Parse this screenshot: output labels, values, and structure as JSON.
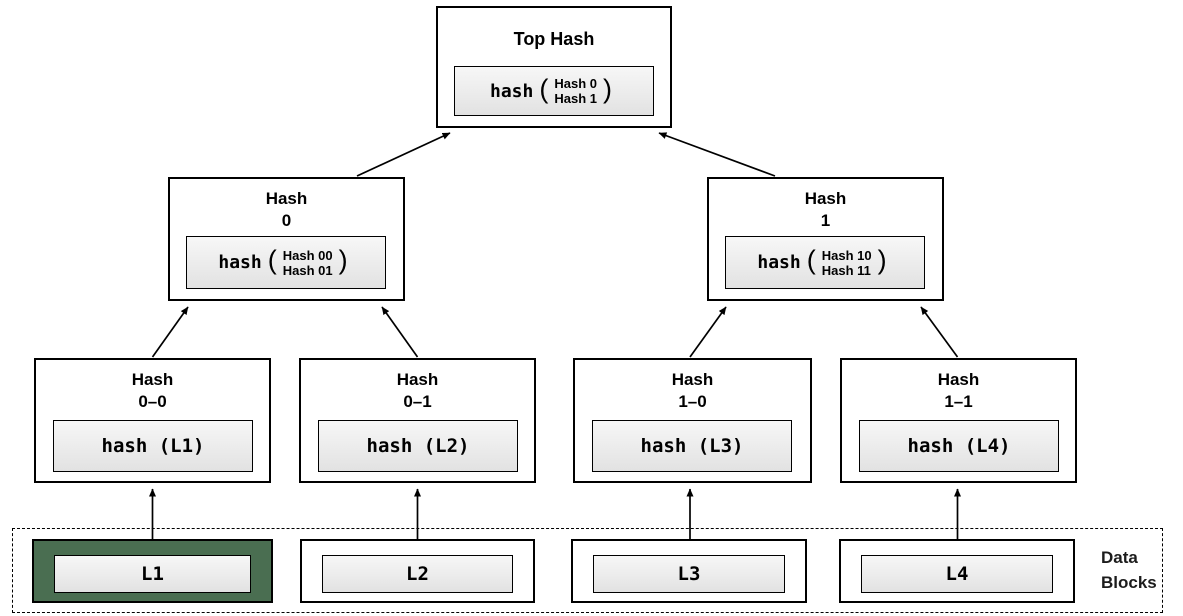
{
  "colors": {
    "background": "#ffffff",
    "box_border": "#000000",
    "inner_fill": "#ececec",
    "highlight_green": "#4a6e51"
  },
  "tree": {
    "root": {
      "title": "Top Hash",
      "func": "hash",
      "open_paren": "(",
      "args": [
        "Hash 0",
        "Hash 1"
      ],
      "close_paren": ")"
    },
    "level2": [
      {
        "title1": "Hash",
        "title2": "0",
        "func": "hash",
        "open_paren": "(",
        "args": [
          "Hash 00",
          "Hash 01"
        ],
        "close_paren": ")"
      },
      {
        "title1": "Hash",
        "title2": "1",
        "func": "hash",
        "open_paren": "(",
        "args": [
          "Hash 10",
          "Hash 11"
        ],
        "close_paren": ")"
      }
    ],
    "level3": [
      {
        "title1": "Hash",
        "title2": "0–0",
        "hash_label": "hash (L1)"
      },
      {
        "title1": "Hash",
        "title2": "0–1",
        "hash_label": "hash (L2)"
      },
      {
        "title1": "Hash",
        "title2": "1–0",
        "hash_label": "hash (L3)"
      },
      {
        "title1": "Hash",
        "title2": "1–1",
        "hash_label": "hash (L4)"
      }
    ],
    "data_blocks": {
      "label_line1": "Data",
      "label_line2": "Blocks",
      "blocks": [
        "L1",
        "L2",
        "L3",
        "L4"
      ],
      "highlighted_block": "L1"
    }
  }
}
